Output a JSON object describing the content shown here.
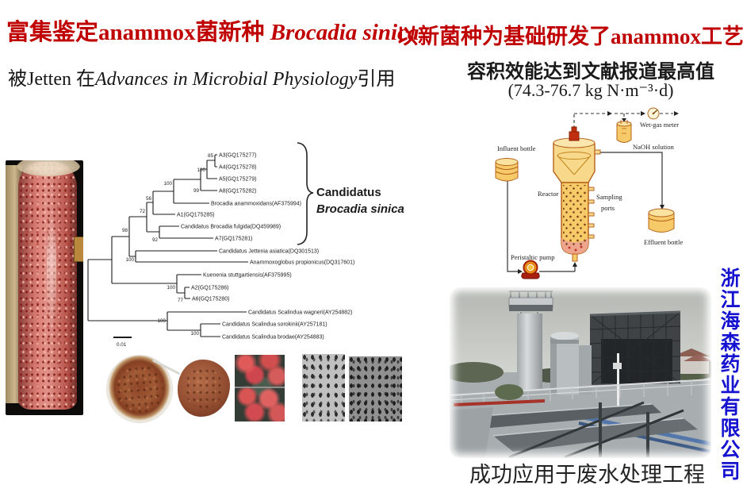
{
  "titles": {
    "left_cn": "富集鉴定anammox菌新种 ",
    "left_latin": "Brocadia sinica",
    "right": "以新菌种为基础研发了anammox工艺",
    "cite_pre": "被Jetten 在",
    "cite_italic": "Advances in Microbial Physiology",
    "cite_post": "引用",
    "perf1": "容积效能达到文献报道最高值",
    "perf2": "(74.3-76.7 kg N·m⁻³·d)"
  },
  "tree": {
    "leaves": [
      "A3(GQ175277)",
      "A4(GQ175278)",
      "A5(GQ175279)",
      "A8(GQ175282)",
      "Brocadia anammoxidans(AF375994)",
      "A1(GQ175285)",
      "Candidatus Brocadia fulgida(DQ459989)",
      "A7(GQ175281)",
      "Candidatus Jettenia asiatica(DQ301513)",
      "Anammoxoglobus propionicus(DQ317601)",
      "Kuenenia stuttgartiensis(AF375995)",
      "A2(GQ175286)",
      "A6(GQ175280)",
      "Candidatus Scalindua wagneri(AY254882)",
      "Candidatus Scalindua sorokinii(AY257181)",
      "Candidatus Scalindua brodae(AY254883)"
    ],
    "bootstraps": [
      "85",
      "100",
      "99",
      "100",
      "56",
      "72",
      "92",
      "98",
      "100",
      "100",
      "77",
      "100",
      "100"
    ],
    "clade_line1": "Candidatus",
    "clade_line2": "Brocadia sinica",
    "scale": "0.01"
  },
  "schematic": {
    "influent": "Influent bottle",
    "reactor": "Reactor",
    "sampling1": "Sampling",
    "sampling2": "ports",
    "naoh": "NaOH solution",
    "wetgas": "Wet-gas meter",
    "effluent": "Effluent bottle",
    "pump": "Peristaltic pump"
  },
  "captions": {
    "plant": "成功应用于废水处理工程",
    "company": "浙江海森药业有限公司"
  },
  "colors": {
    "title_red": "#c00000",
    "clade_blue": "#1a1a8f",
    "company_blue": "#1512d0",
    "reactor_yellow": "#f6c969",
    "pump_red": "#c03010"
  }
}
